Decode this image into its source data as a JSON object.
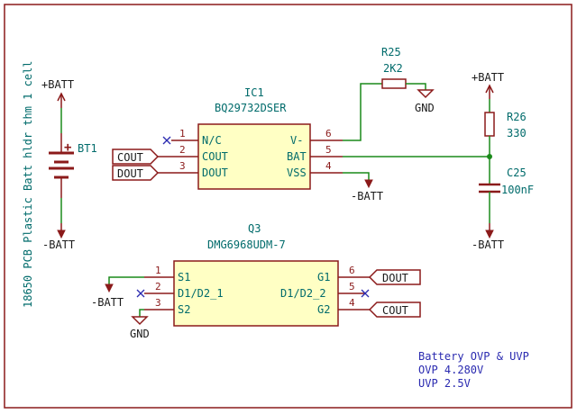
{
  "colors": {
    "paper": "#ffffff",
    "frame": "#8b1a1a",
    "part": "#8b1a1a",
    "body": "#ffffc4",
    "wire": "#1a8a1a",
    "text": "#006b6b",
    "pin": "#8b1a1a",
    "power": "#8b1a1a",
    "power_text": "#1a1a1a",
    "junction": "#1a8a1a",
    "nc": "#2a2ab0",
    "note": "#2a2ab0"
  },
  "side_label": "18650 PCB Plastic Batt hldr thm 1 cell",
  "bt1": {
    "ref": "BT1",
    "plus": "+"
  },
  "ic1": {
    "ref": "IC1",
    "value": "BQ29732DSER",
    "pins": {
      "n1": "1",
      "l1": "N/C",
      "n2": "2",
      "l2": "COUT",
      "n3": "3",
      "l3": "DOUT",
      "n6": "6",
      "l6": "V-",
      "n5": "5",
      "l5": "BAT",
      "n4": "4",
      "l4": "VSS"
    }
  },
  "r25": {
    "ref": "R25",
    "value": "2K2"
  },
  "r26": {
    "ref": "R26",
    "value": "330"
  },
  "c25": {
    "ref": "C25",
    "value": "100nF"
  },
  "q3": {
    "ref": "Q3",
    "value": "DMG6968UDM-7",
    "pins": {
      "n1": "1",
      "l1": "S1",
      "n2": "2",
      "l2": "D1/D2_1",
      "n3": "3",
      "l3": "S2",
      "n6": "6",
      "l6": "G1",
      "n5": "5",
      "l5": "D1/D2_2",
      "n4": "4",
      "l4": "G2"
    }
  },
  "power": {
    "batt_plus": "+BATT",
    "batt_minus": "-BATT",
    "gnd": "GND"
  },
  "net_labels": {
    "cout": "COUT",
    "dout": "DOUT"
  },
  "note": {
    "line1": "Battery OVP & UVP",
    "line2": "OVP 4.280V",
    "line3": "UVP 2.5V"
  }
}
